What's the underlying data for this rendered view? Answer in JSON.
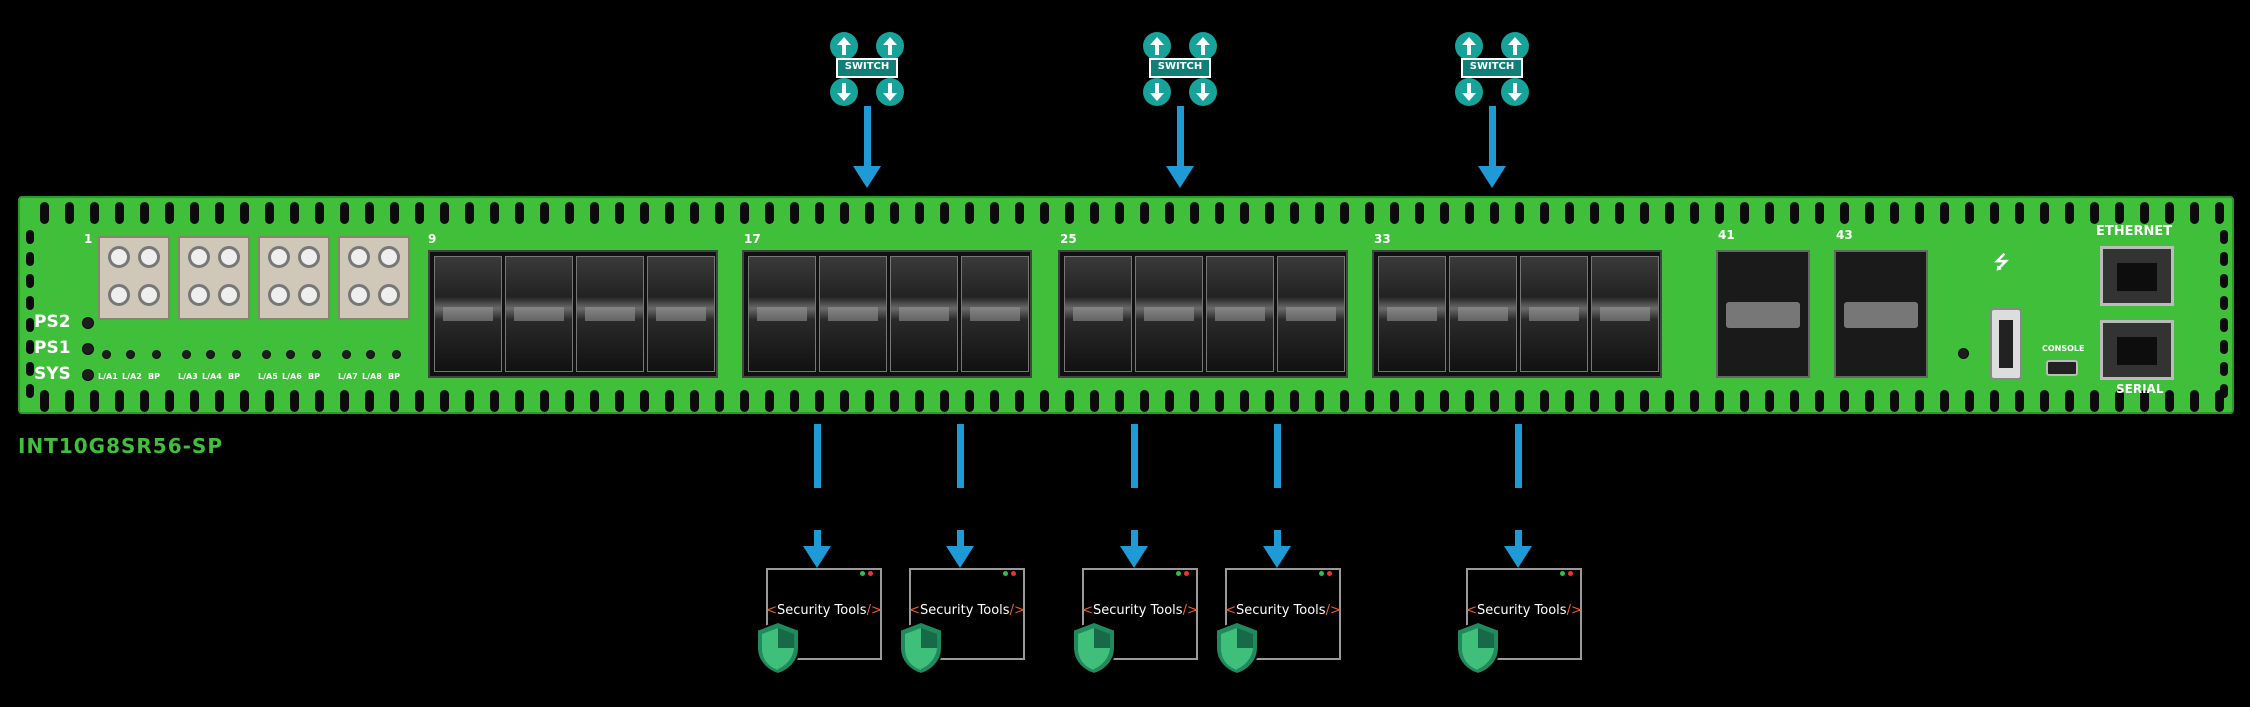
{
  "device": {
    "model": "INT10G8SR56-SP",
    "chassis_color": "#3fbf3a",
    "led_labels": [
      "PS2",
      "PS1",
      "SYS"
    ],
    "port_group_numbers": [
      "1",
      "9",
      "17",
      "25",
      "33",
      "41",
      "43"
    ],
    "lia_labels": [
      [
        "L/A1",
        "L/A2",
        "BP"
      ],
      [
        "L/A3",
        "L/A4",
        "BP"
      ],
      [
        "L/A5",
        "L/A6",
        "BP"
      ],
      [
        "L/A7",
        "L/A8",
        "BP"
      ]
    ],
    "right_labels": {
      "ethernet": "ETHERNET",
      "console": "CONSOLE",
      "serial": "SERIAL"
    }
  },
  "switches": [
    {
      "label": "SWITCH",
      "icon": "switch-icon"
    },
    {
      "label": "SWITCH",
      "icon": "switch-icon"
    },
    {
      "label": "SWITCH",
      "icon": "switch-icon"
    }
  ],
  "security_tools": [
    {
      "label": "Security Tools",
      "icon": "shield-icon"
    },
    {
      "label": "Security Tools",
      "icon": "shield-icon"
    },
    {
      "label": "Security Tools",
      "icon": "shield-icon"
    },
    {
      "label": "Security Tools",
      "icon": "shield-icon"
    },
    {
      "label": "Security Tools",
      "icon": "shield-icon"
    }
  ],
  "colors": {
    "arrow": "#1e9ad6",
    "switch_teal": "#17a39a",
    "bracket_orange": "#e8642a",
    "shield_green": "#1f8a5e"
  }
}
